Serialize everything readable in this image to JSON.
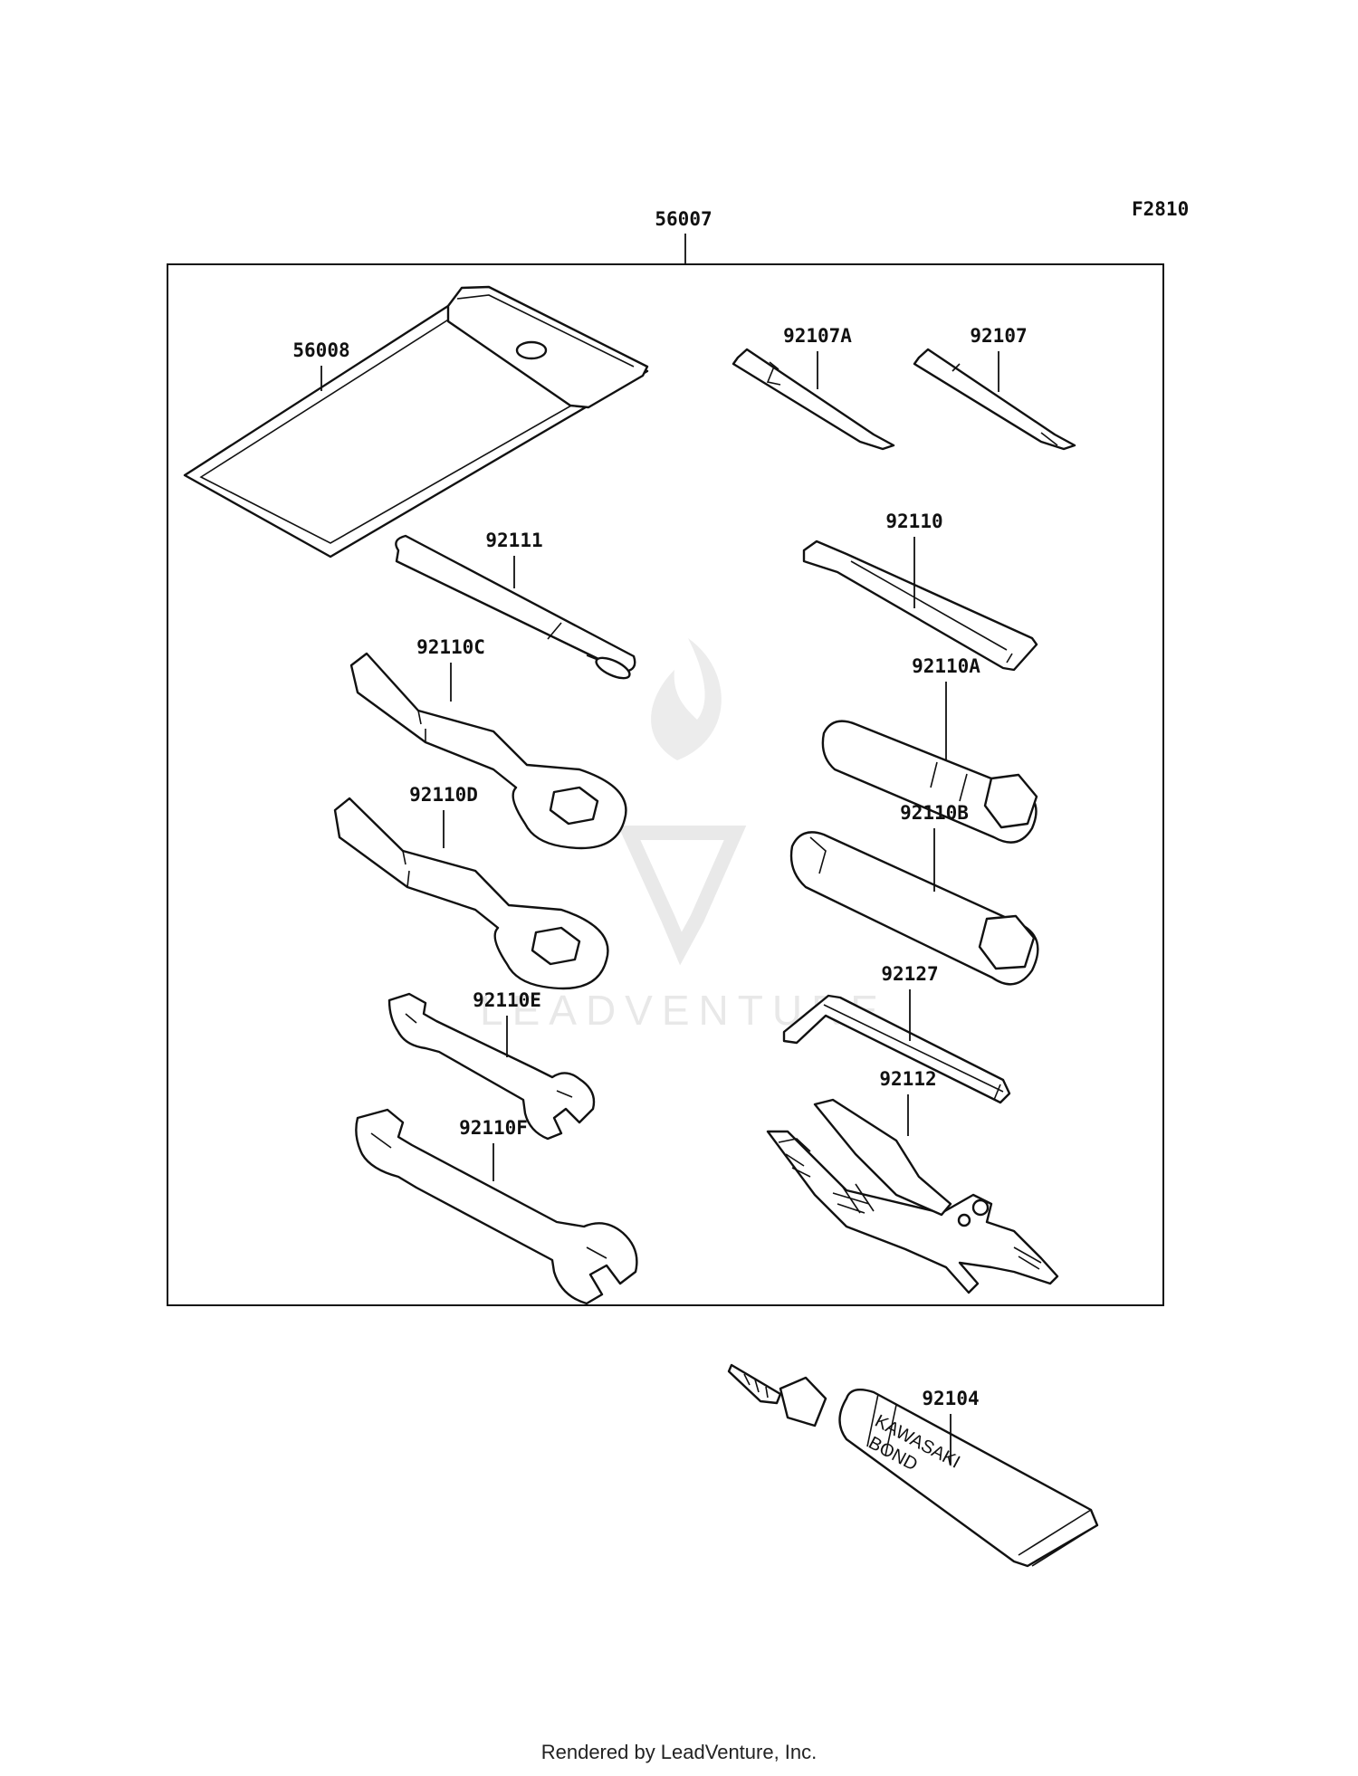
{
  "figure_code": "F2810",
  "assembly_label": "56007",
  "watermark_text": "LEADVENTURE",
  "footer_text": "Rendered by LeadVenture, Inc.",
  "tube_print": [
    "KAWASAKI",
    "BOND"
  ],
  "parts": [
    {
      "id": "56008"
    },
    {
      "id": "92107A"
    },
    {
      "id": "92107"
    },
    {
      "id": "92111"
    },
    {
      "id": "92110"
    },
    {
      "id": "92110C"
    },
    {
      "id": "92110A"
    },
    {
      "id": "92110D"
    },
    {
      "id": "92110B"
    },
    {
      "id": "92110E"
    },
    {
      "id": "92127"
    },
    {
      "id": "92112"
    },
    {
      "id": "92110F"
    },
    {
      "id": "92104"
    }
  ]
}
